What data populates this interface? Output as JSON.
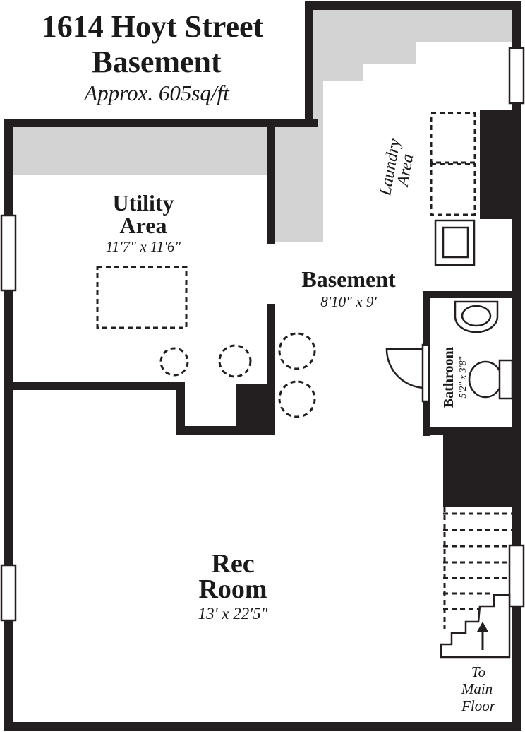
{
  "header": {
    "title": "1614 Hoyt Street",
    "subtitle": "Basement",
    "area": "Approx. 605sq/ft"
  },
  "rooms": {
    "utility": {
      "name_line1": "Utility",
      "name_line2": "Area",
      "dimensions": "11'7\" x 11'6\""
    },
    "basement": {
      "name": "Basement",
      "dimensions": "8'10\" x 9'"
    },
    "laundry": {
      "name_line1": "Laundry",
      "name_line2": "Area"
    },
    "bathroom": {
      "name": "Bathroom",
      "dimensions": "5'2\" x 3'8\""
    },
    "rec": {
      "name_line1": "Rec",
      "name_line2": "Room",
      "dimensions": "13' x 22'5\""
    }
  },
  "stairs": {
    "label_line1": "To",
    "label_line2": "Main",
    "label_line3": "Floor"
  },
  "colors": {
    "wall": "#231f20",
    "fill_gray": "#d3d3d3",
    "background": "#ffffff"
  }
}
